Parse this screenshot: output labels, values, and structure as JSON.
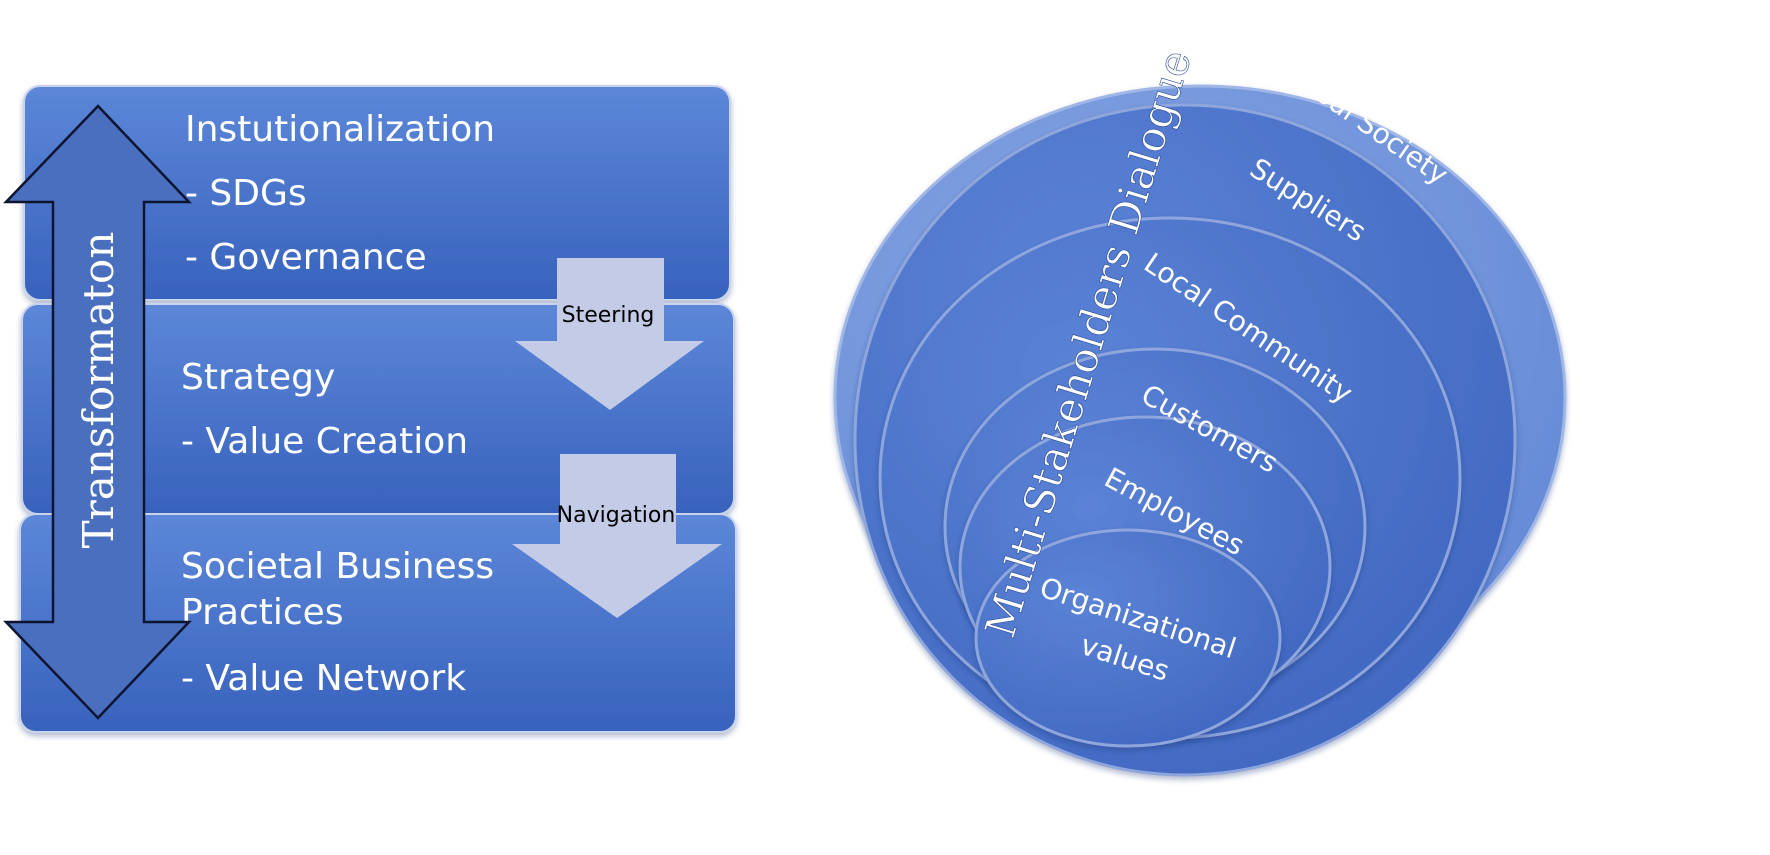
{
  "left_panel": {
    "layers": [
      {
        "title": "Instutionalization",
        "lines": [
          "- SDGs",
          "- Governance"
        ]
      },
      {
        "title": "Strategy",
        "lines": [
          "- Value Creation"
        ]
      },
      {
        "title_lines": [
          "Societal Business",
          "Practices"
        ],
        "lines": [
          "- Value Network"
        ]
      }
    ],
    "arrows": {
      "steering": "Steering",
      "navigation": "Navigation"
    },
    "vertical_label": "Transformaton"
  },
  "right_panel": {
    "dialogue_label": "Multi-Stakeholders Dialogue",
    "rings": [
      {
        "label_lines": [
          "Global Society"
        ]
      },
      {
        "label_lines": [
          "Suppliers"
        ]
      },
      {
        "label_lines": [
          "Local Community"
        ]
      },
      {
        "label_lines": [
          "Customers"
        ]
      },
      {
        "label_lines": [
          "Employees"
        ]
      },
      {
        "label_lines": [
          "Organizational",
          "values"
        ]
      }
    ]
  },
  "colors": {
    "box_top": "#5a85d6",
    "box_bottom": "#3a63bd",
    "box_border": "#c8d4ec",
    "down_arrow": "#c3cbe6",
    "double_arrow_fill": "#4a6fbf",
    "ring_base": "#4f78d1",
    "ring_outer": "#7c9fe0"
  }
}
